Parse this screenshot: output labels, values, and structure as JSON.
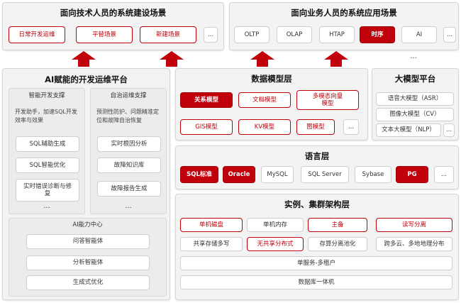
{
  "top_left": {
    "title": "面向技术人员的系统建设场景",
    "items": [
      "日常开发运维",
      "平替场景",
      "新建场景",
      "..."
    ]
  },
  "top_right": {
    "title": "面向业务人员的系统应用场景",
    "items": [
      "OLTP",
      "OLAP",
      "HTAP",
      "时序",
      "AI",
      "..."
    ]
  },
  "right_ellipsis": "...",
  "ai_platform": {
    "title": "AI赋能的开发运维平台",
    "dev": {
      "title": "智能开发支撑",
      "desc": "开发助手，加速SQL开发效率与效果",
      "items": [
        "SQL辅助生成",
        "SQL智能优化",
        "实时错误诊断与修复"
      ],
      "more": "..."
    },
    "ops": {
      "title": "自治运维支撑",
      "desc": "预测性防护、问题精准定位和故障自治恢复",
      "items": [
        "实时根因分析",
        "故障知识库",
        "故障报告生成"
      ],
      "more": "..."
    },
    "center": {
      "title": "AI能力中心",
      "items": [
        "问答智能体",
        "分析智能体",
        "生成式优化"
      ]
    }
  },
  "data_model": {
    "title": "数据模型层",
    "items": [
      "关系模型",
      "文档模型",
      "多模态向量模型",
      "GIS模型",
      "KV模型",
      "图模型",
      "..."
    ]
  },
  "llm_platform": {
    "title": "大模型平台",
    "items": [
      "语音大模型（ASR）",
      "图像大模型（CV）",
      "文本大模型（NLP）",
      "..."
    ]
  },
  "language": {
    "title": "语言层",
    "items": [
      "SQL标准",
      "Oracle",
      "MySQL",
      "SQL Server",
      "Sybase",
      "PG",
      "..."
    ]
  },
  "instance": {
    "title": "实例、集群架构层",
    "row1": [
      "单机磁盘",
      "单机内存",
      "主备",
      "读写分离"
    ],
    "row2": [
      "共享存储多写",
      "无共享分布式",
      "存算分离池化",
      "跨多云、多地地理分布"
    ],
    "row3": "单服务-多租户",
    "row4": "数据库一体机"
  },
  "colors": {
    "accent": "#c0000a",
    "panel": "#f3f3f3"
  }
}
